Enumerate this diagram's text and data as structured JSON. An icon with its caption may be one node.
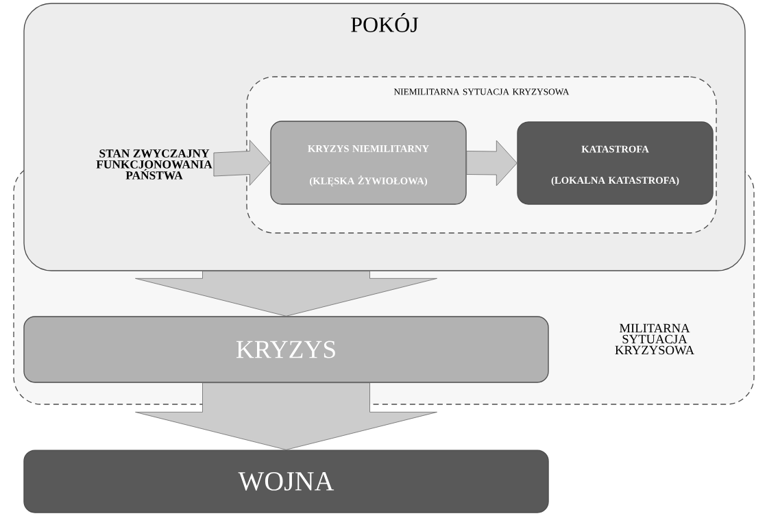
{
  "diagram": {
    "nodes": [
      {
        "text": [
          "POKÓJ"
        ]
      },
      {
        "text": [
          "STAN ZWYCZAJNY FUNKCJONOWANIA PAŃSTWA"
        ],
        "in": 0
      },
      {
        "text": [
          "NIEMILITARNA SYTUACJA KRYZYSOWA"
        ],
        "in": 0
      },
      {
        "text": [
          "KRYZYS NIEMILITARNY",
          "(KLĘSKA ŻYWIOŁOWA)"
        ],
        "in": 2
      },
      {
        "text": [
          "KATASTROFA",
          "(LOKALNA KATASTROFA)"
        ],
        "in": 2
      },
      {
        "text": [
          "MILITARNA SYTUACJA KRYZYSOWA"
        ]
      },
      {
        "text": [
          "KRYZYS"
        ],
        "in": 5
      },
      {
        "text": [
          "WOJNA"
        ]
      }
    ],
    "edges": [
      {
        "from": 1,
        "to": 3,
        "arrow": "to"
      },
      {
        "from": 3,
        "to": 4,
        "arrow": "to"
      },
      {
        "from": 0,
        "to": 6,
        "arrow": "to"
      },
      {
        "from": 6,
        "to": 7,
        "arrow": "to"
      }
    ]
  }
}
